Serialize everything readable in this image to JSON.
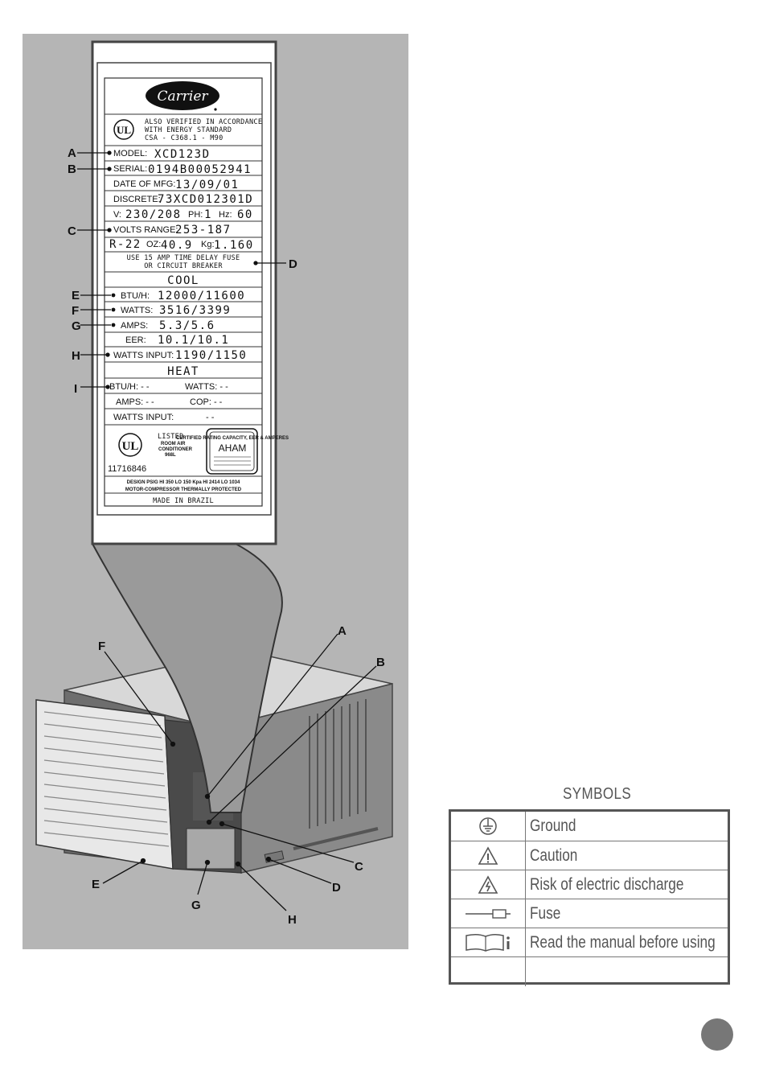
{
  "plate": {
    "brand": "Carrier",
    "verify_lines": [
      "ALSO VERIFIED IN ACCORDANCE",
      "WITH ENERGY STANDARD",
      "CSA - C368.1 - M90"
    ],
    "model_key": "MODEL:",
    "model_val": "XCD123D",
    "serial_key": "SERIAL:",
    "serial_val": "0194B00052941",
    "date_key": "DATE OF MFG:",
    "date_val": "13/09/01",
    "discrete_key": "DISCRETE:",
    "discrete_val": "73XCD012301D",
    "v_key": "V:",
    "v_val": "230/208",
    "ph_key": "PH:",
    "ph_val": "1",
    "hz_key": "Hz:",
    "hz_val": "60",
    "volts_key": "VOLTS RANGE:",
    "volts_val": "253-187",
    "r22": "R-22",
    "oz_key": "OZ:",
    "oz_val": "40.9",
    "kg_key": "Kg:",
    "kg_val": "1.160",
    "fuse_line1": "USE 15 AMP TIME DELAY FUSE",
    "fuse_line2": "OR CIRCUIT BREAKER",
    "cool_header": "COOL",
    "btu_key": "BTU/H:",
    "btu_val": "12000/11600",
    "watts_key": "WATTS:",
    "watts_val": "3516/3399",
    "amps_key": "AMPS:",
    "amps_val": "5.3/5.6",
    "eer_key": "EER:",
    "eer_val": "10.1/10.1",
    "winput_key": "WATTS INPUT:",
    "winput_val": "1190/1150",
    "heat_header": "HEAT",
    "heat_btu": "BTU/H: - -",
    "heat_watts": "WATTS: - -",
    "heat_amps": "AMPS: - -",
    "heat_cop": "COP: - -",
    "heat_winput_key": "WATTS INPUT:",
    "heat_winput_val": "- -",
    "listed_lines": [
      "LISTED",
      "ROOM AIR",
      "CONDITIONER",
      "968L"
    ],
    "ul_number": "11716846",
    "aham_top": "CERTIFIED RATING CAPACITY, EER & AMPERES",
    "aham": "AHAM",
    "design_line1": "DESIGN PSIG HI 350 LO 150 Kpa HI 2414 LO 1034",
    "design_line2": "MOTOR-COMPRESSOR THERMALLY PROTECTED",
    "made_in": "MADE IN BRAZIL"
  },
  "callouts_plate": [
    "A",
    "B",
    "C",
    "D",
    "E",
    "F",
    "G",
    "H",
    "I"
  ],
  "callouts_unit": [
    "A",
    "B",
    "C",
    "D",
    "E",
    "F",
    "G",
    "H"
  ],
  "symbols": {
    "title": "SYMBOLS",
    "rows": [
      {
        "icon": "ground-icon",
        "label": "Ground"
      },
      {
        "icon": "caution-icon",
        "label": "Caution"
      },
      {
        "icon": "electric-discharge-icon",
        "label": "Risk of electric discharge"
      },
      {
        "icon": "fuse-icon",
        "label": "Fuse"
      },
      {
        "icon": "manual-icon",
        "label": "Read the manual before using"
      },
      {
        "icon": "",
        "label": ""
      }
    ]
  },
  "colors": {
    "background": "#ffffff",
    "shade": "#9a9a9a",
    "plate_frame": "#555555",
    "page_dot": "#777777"
  }
}
